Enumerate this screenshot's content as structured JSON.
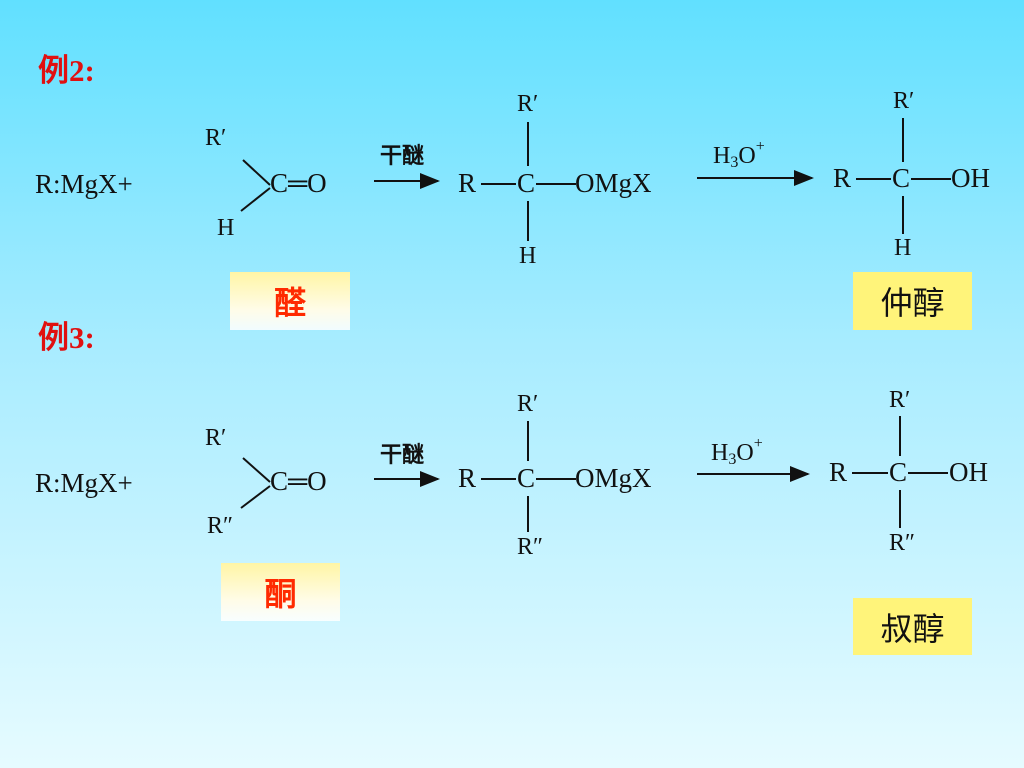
{
  "example2": {
    "title": "例2:",
    "reactant_grignard": "R:MgX+",
    "aldehyde": {
      "r_prime": "R′",
      "h": "H",
      "carbonyl": "C═O"
    },
    "arrow1_reagent": "干醚",
    "intermediate": {
      "r": "R",
      "center": "C",
      "r_prime": "R′",
      "bottom": "H",
      "omgx": "OMgX"
    },
    "arrow2_reagent_main": "H",
    "arrow2_reagent_sub": "3",
    "arrow2_reagent_o": "O",
    "arrow2_reagent_sup": "+",
    "product": {
      "r": "R",
      "center": "C",
      "r_prime": "R′",
      "bottom": "H",
      "oh": "OH"
    },
    "label_reactant": "醛",
    "label_product": "仲醇"
  },
  "example3": {
    "title": "例3:",
    "reactant_grignard": "R:MgX+",
    "ketone": {
      "r_prime": "R′",
      "r_double_prime": "R″",
      "carbonyl": "C═O"
    },
    "arrow1_reagent": "干醚",
    "intermediate": {
      "r": "R",
      "center": "C",
      "r_prime": "R′",
      "bottom": "R″",
      "omgx": "OMgX"
    },
    "arrow2_reagent_main": "H",
    "arrow2_reagent_sub": "3",
    "arrow2_reagent_o": "O",
    "arrow2_reagent_sup": "+",
    "product": {
      "r": "R",
      "center": "C",
      "r_prime": "R′",
      "bottom": "R″",
      "oh": "OH"
    },
    "label_reactant": "酮",
    "label_product": "叔醇"
  }
}
